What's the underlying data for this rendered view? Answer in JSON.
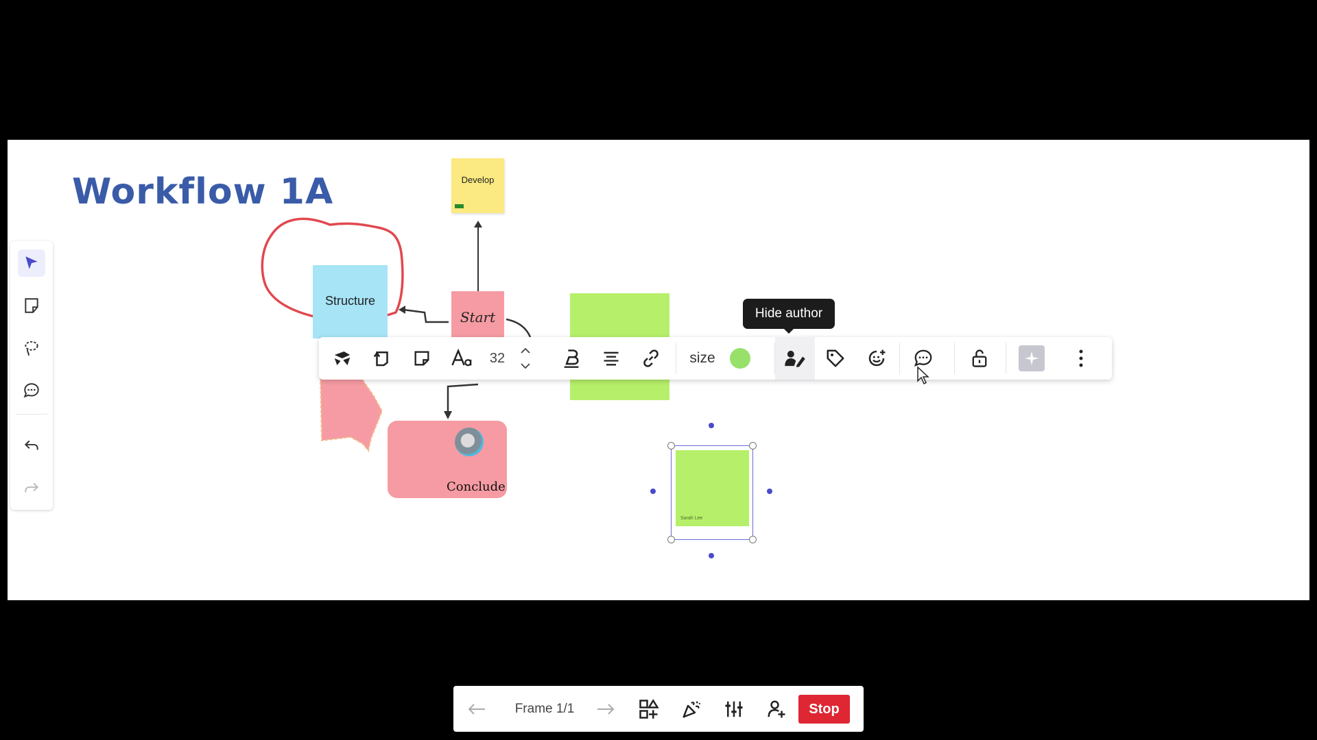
{
  "board": {
    "title": "Workflow 1A",
    "notes": {
      "develop": "Develop",
      "structure": "Structure",
      "start": "Start",
      "conclude": "Conclude",
      "small_author": "Sarah Lee"
    }
  },
  "left_toolbar": {
    "tools": [
      {
        "name": "select-tool",
        "icon": "cursor-arrow-icon",
        "active": true
      },
      {
        "name": "sticky-note-tool",
        "icon": "sticky-note-icon"
      },
      {
        "name": "lasso-tool",
        "icon": "lasso-icon"
      },
      {
        "name": "comment-tool",
        "icon": "comment-icon"
      },
      {
        "name": "undo-button",
        "icon": "undo-icon"
      },
      {
        "name": "redo-button",
        "icon": "redo-icon"
      }
    ]
  },
  "context_toolbar": {
    "font_size": "32",
    "size_label": "size",
    "color": "#97e06a",
    "tooltip": "Hide author"
  },
  "bottom_bar": {
    "frame_label": "Frame 1/1",
    "stop_label": "Stop"
  },
  "colors": {
    "accent": "#4a4aca",
    "sticky_yellow": "#fbe981",
    "sticky_blue": "#a6e4f6",
    "sticky_pink": "#f69ba3",
    "sticky_green": "#b6f06a",
    "stop_red": "#de2733"
  }
}
